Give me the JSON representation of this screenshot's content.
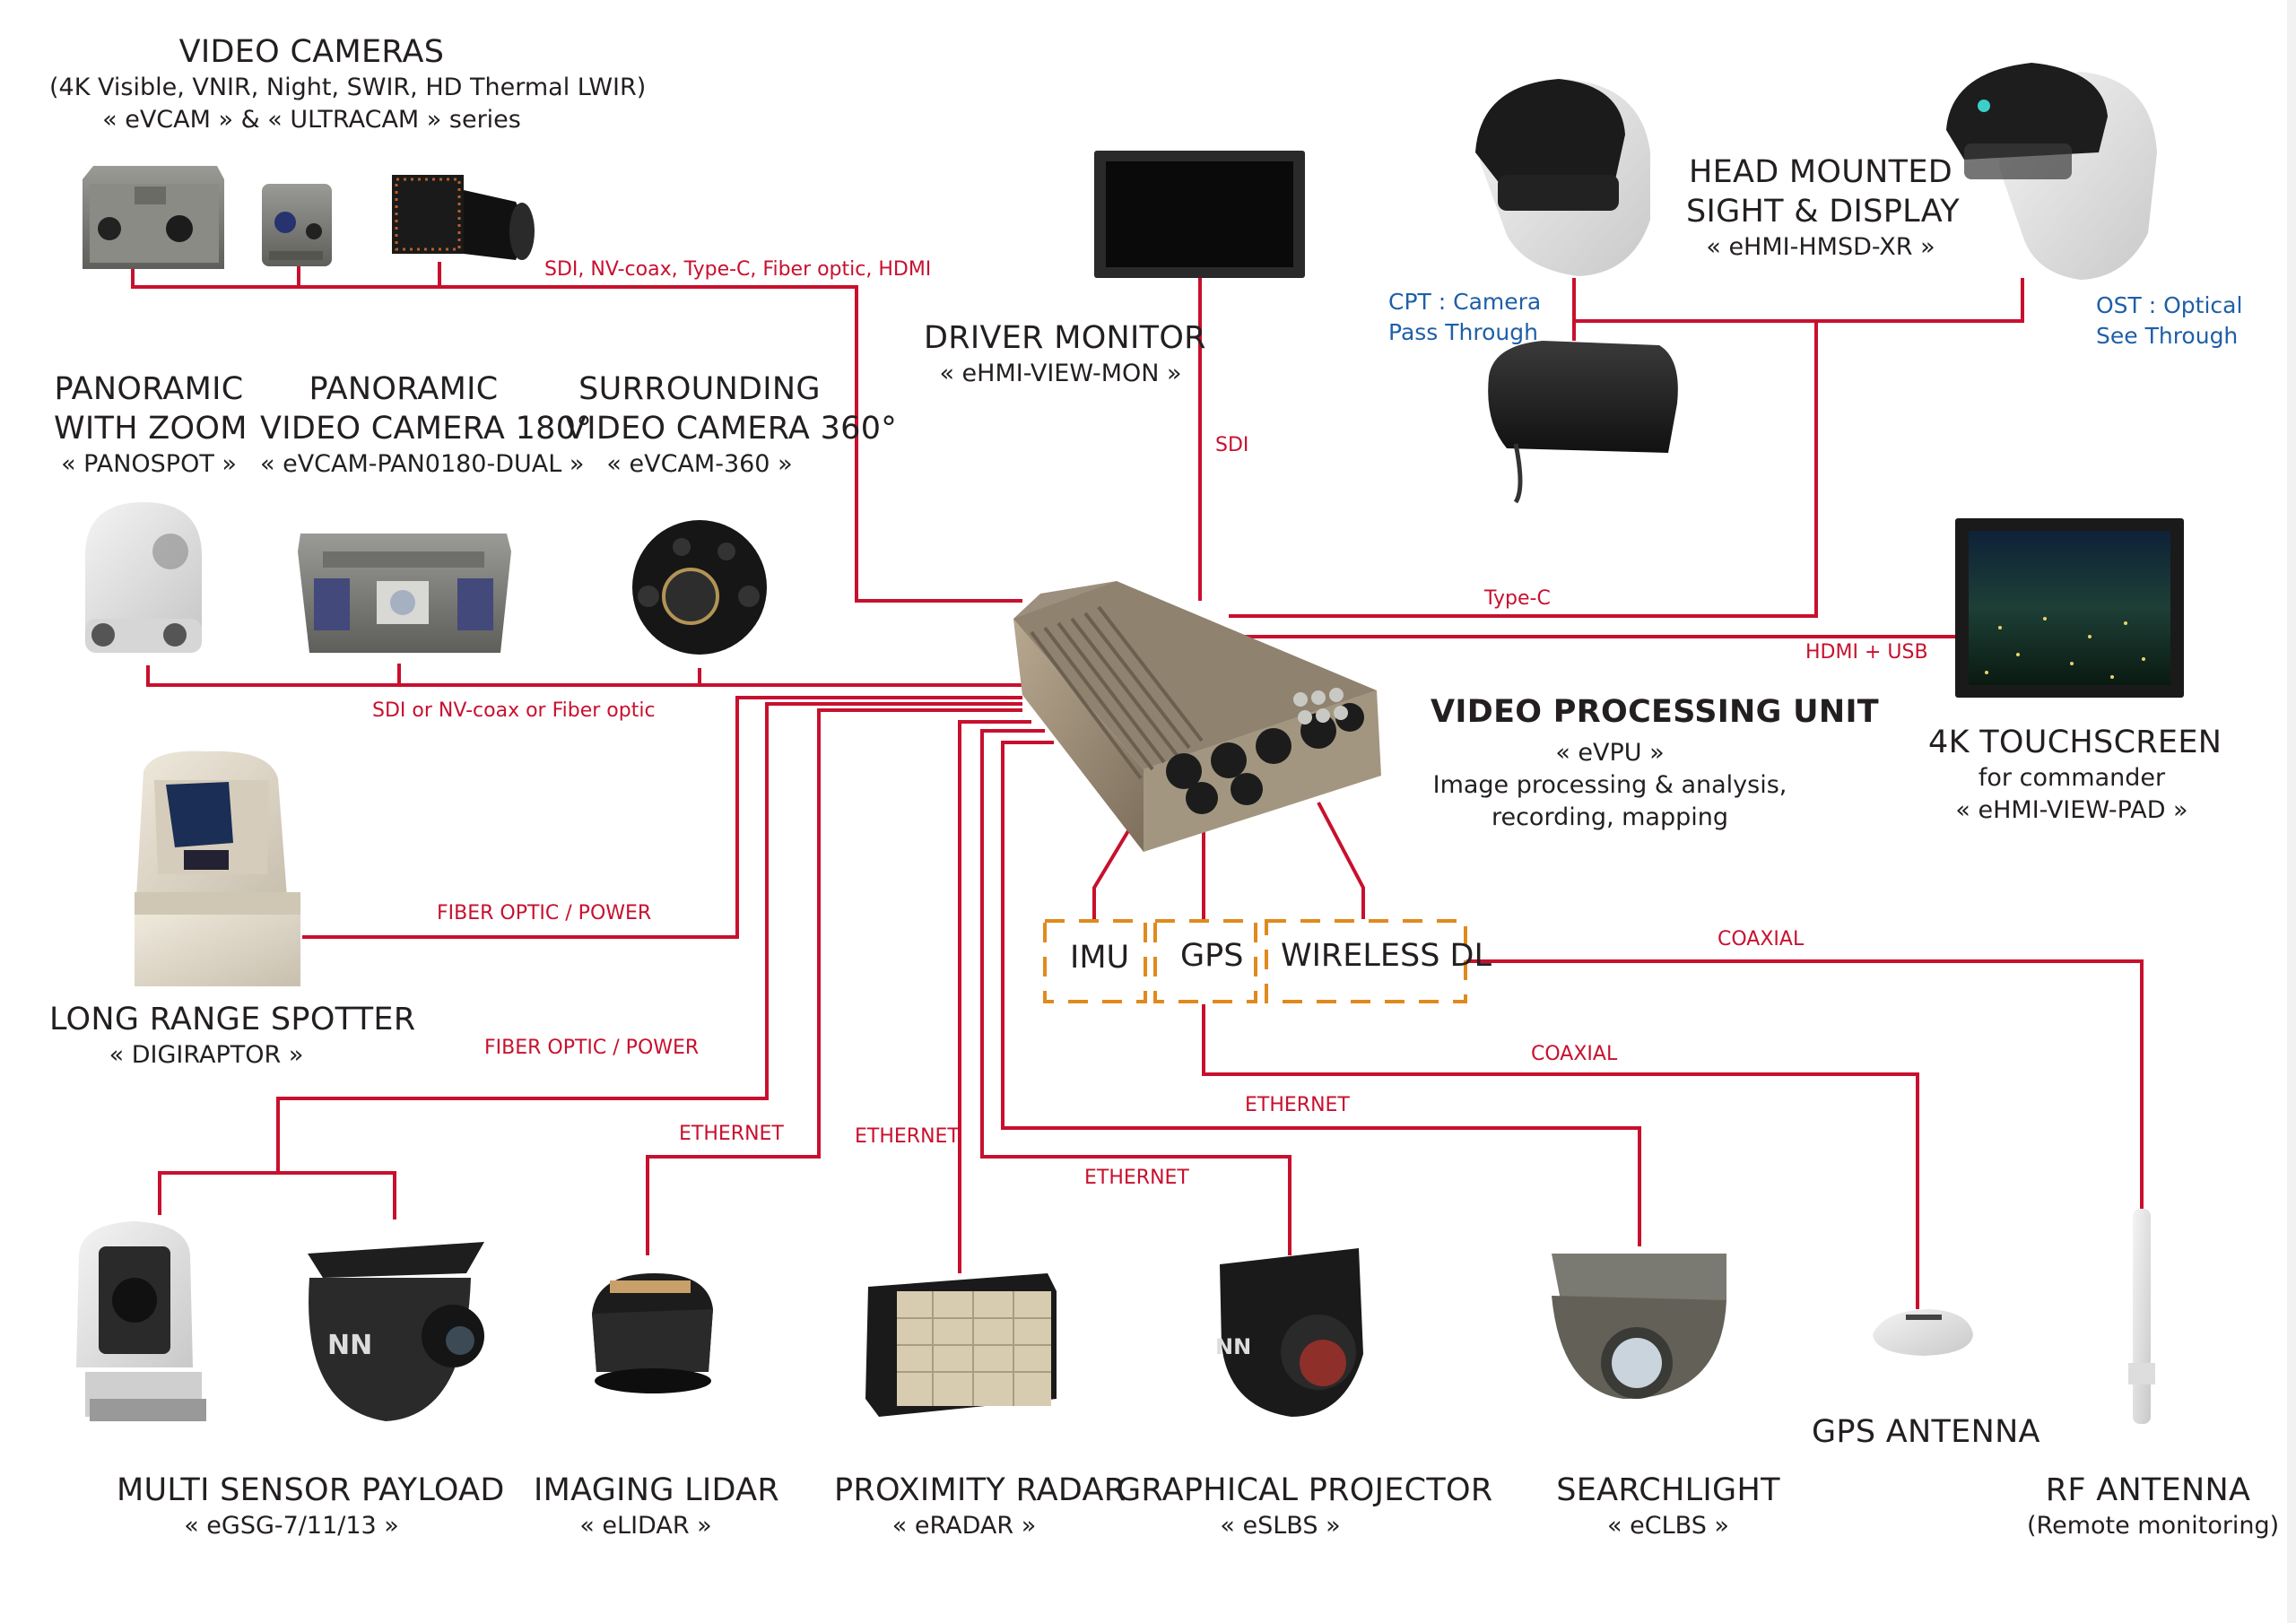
{
  "colors": {
    "wire": "#c8102e",
    "module_border": "#e08a1e",
    "note": "#1f5fa8",
    "text": "#231f20"
  },
  "devices": {
    "video_cameras": {
      "title": "VIDEO CAMERAS",
      "line2": "(4K Visible, VNIR, Night, SWIR, HD Thermal LWIR)",
      "line3": "« eVCAM » & « ULTRACAM » series"
    },
    "driver_monitor": {
      "title": "DRIVER MONITOR",
      "sub": "« eHMI-VIEW-MON »"
    },
    "hmsd": {
      "line1": "HEAD MOUNTED",
      "line2": "SIGHT & DISPLAY",
      "sub": "« eHMI-HMSD-XR »"
    },
    "cpt_note": {
      "line1": "CPT : Camera",
      "line2": "Pass Through"
    },
    "ost_note": {
      "line1": "OST : Optical",
      "line2": "See Through"
    },
    "panospot": {
      "line1": "PANORAMIC",
      "line2": "WITH ZOOM",
      "sub": "« PANOSPOT »"
    },
    "pano180": {
      "line1": "PANORAMIC",
      "line2": "VIDEO CAMERA 180°",
      "sub": "« eVCAM-PAN0180-DUAL »"
    },
    "cam360": {
      "line1": "SURROUNDING",
      "line2": "VIDEO CAMERA 360°",
      "sub": "« eVCAM-360 »"
    },
    "vpu": {
      "title": "VIDEO PROCESSING UNIT",
      "sub1": "« eVPU »",
      "sub2": "Image processing & analysis,",
      "sub3": "recording, mapping"
    },
    "touchscreen": {
      "title": "4K TOUCHSCREEN",
      "sub1": "for commander",
      "sub2": "« eHMI-VIEW-PAD »"
    },
    "spotter": {
      "title": "LONG RANGE SPOTTER",
      "sub": "« DIGIRAPTOR »"
    },
    "msp": {
      "title": "MULTI SENSOR PAYLOAD",
      "sub": "« eGSG-7/11/13 »"
    },
    "lidar": {
      "title": "IMAGING LIDAR",
      "sub": "« eLIDAR »"
    },
    "radar": {
      "title": "PROXIMITY RADAR",
      "sub": "« eRADAR »"
    },
    "projector": {
      "title": "GRAPHICAL PROJECTOR",
      "sub": "« eSLBS »"
    },
    "searchlight": {
      "title": "SEARCHLIGHT",
      "sub": "« eCLBS »"
    },
    "gps_antenna": {
      "title": "GPS ANTENNA"
    },
    "rf_antenna": {
      "title": "RF ANTENNA",
      "sub": "(Remote monitoring)"
    }
  },
  "modules": {
    "imu": "IMU",
    "gps": "GPS",
    "wireless": "WIRELESS DL"
  },
  "connections": {
    "cameras": "SDI, NV-coax, Type-C, Fiber optic, HDMI",
    "driver": "SDI",
    "hmsd": "Type-C",
    "touch": "HDMI + USB",
    "pano": "SDI or NV-coax or Fiber optic",
    "spotter": "FIBER OPTIC / POWER",
    "msp": "FIBER OPTIC / POWER",
    "lidar": "ETHERNET",
    "radar": "ETHERNET",
    "projector": "ETHERNET",
    "searchlight": "ETHERNET",
    "gps_ant": "COAXIAL",
    "rf_ant": "COAXIAL"
  }
}
